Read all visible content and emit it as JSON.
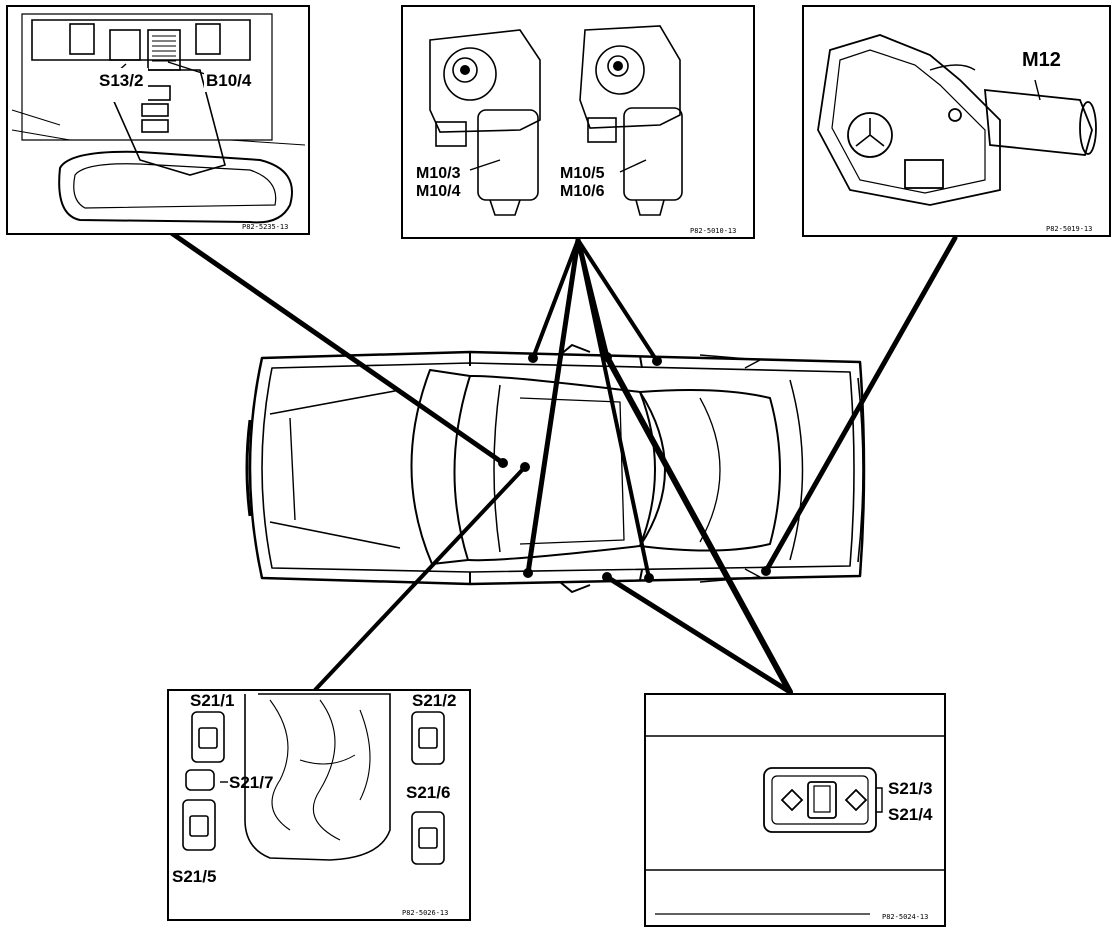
{
  "panels": {
    "overhead": {
      "labels": [
        "S13/2",
        "B10/4"
      ],
      "code": "P82-5235-13"
    },
    "motors": {
      "left_labels": [
        "M10/3",
        "M10/4"
      ],
      "right_labels": [
        "M10/5",
        "M10/6"
      ],
      "code": "P82-5010-13"
    },
    "sunroof": {
      "label": "M12",
      "code": "P82-5019-13"
    },
    "console": {
      "labels": [
        "S21/1",
        "S21/2",
        "S21/7",
        "S21/6",
        "S21/5"
      ],
      "code": "P82-5026-13"
    },
    "door": {
      "labels": [
        "S21/3",
        "S21/4"
      ],
      "code": "P82-5024-13"
    }
  }
}
